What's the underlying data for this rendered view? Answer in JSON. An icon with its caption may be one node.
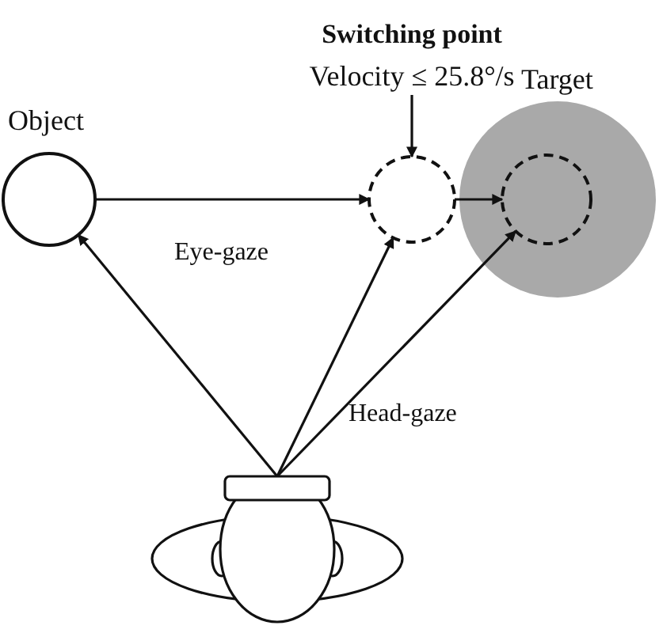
{
  "diagram": {
    "nodes": [
      {
        "text": [
          "Switching point",
          "Velocity ≤ 25.8°/s"
        ]
      },
      {
        "text": [
          "Object"
        ]
      },
      {
        "text": [],
        "shape": "circle"
      },
      {
        "text": [
          "Target"
        ]
      },
      {
        "text": [],
        "shape": "circle",
        "in": 3
      },
      {
        "text": [],
        "shape": "person"
      }
    ],
    "edges": [
      {
        "from": 0,
        "to": 2,
        "arrow": "to"
      },
      {
        "from": 1,
        "to": 2,
        "arrow": "to"
      },
      {
        "from": 2,
        "to": 4,
        "arrow": "to"
      },
      {
        "from": 5,
        "to": 1,
        "arrow": "to"
      },
      {
        "from": 5,
        "to": 2,
        "arrow": "to"
      },
      {
        "from": 5,
        "to": 4,
        "arrow": "to"
      }
    ],
    "labels": [
      "Eye-gaze",
      "Head-gaze"
    ]
  }
}
